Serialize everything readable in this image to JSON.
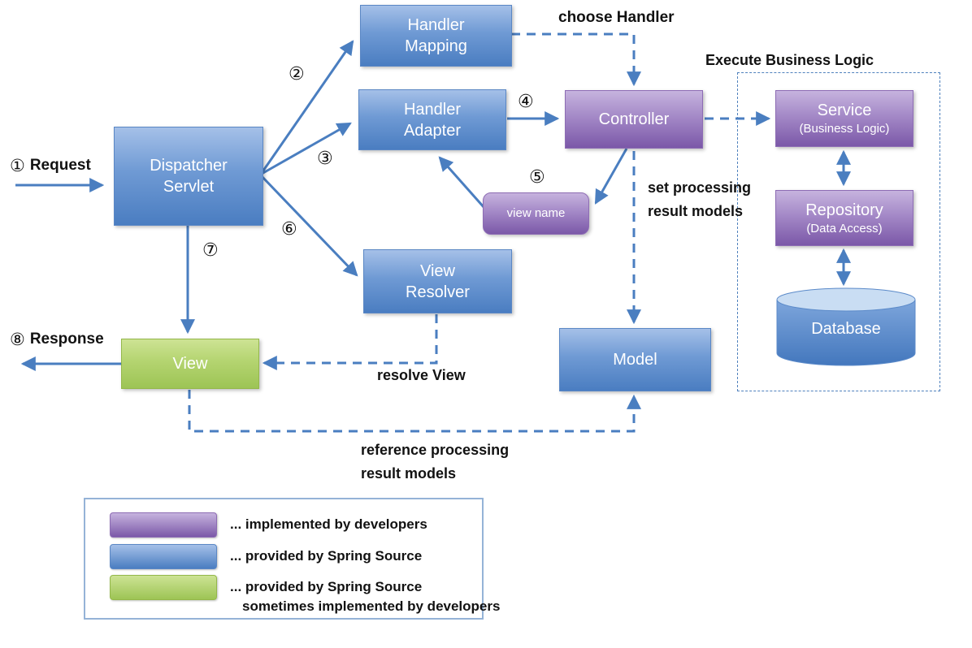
{
  "diagram": {
    "nodes": {
      "dispatcher": {
        "line1": "Dispatcher",
        "line2": "Servlet"
      },
      "handler_mapping": {
        "line1": "Handler",
        "line2": "Mapping"
      },
      "handler_adapter": {
        "line1": "Handler",
        "line2": "Adapter"
      },
      "controller": {
        "label": "Controller"
      },
      "view_name": {
        "label": "view name"
      },
      "view_resolver": {
        "line1": "View",
        "line2": "Resolver"
      },
      "view": {
        "label": "View"
      },
      "model": {
        "label": "Model"
      },
      "service": {
        "title": "Service",
        "subtitle": "(Business Logic)"
      },
      "repository": {
        "title": "Repository",
        "subtitle": "(Data Access)"
      },
      "database": {
        "label": "Database"
      }
    },
    "steps": {
      "s1": "①",
      "s2": "②",
      "s3": "③",
      "s4": "④",
      "s5": "⑤",
      "s6": "⑥",
      "s7": "⑦",
      "s8": "⑧"
    },
    "labels": {
      "request": "Request",
      "response": "Response",
      "choose_handler": "choose Handler",
      "execute_business_logic": "Execute Business Logic",
      "set_processing_line1": "set processing",
      "set_processing_line2": "result models",
      "resolve_view": "resolve View",
      "reference_processing_line1": "reference processing",
      "reference_processing_line2": "result models"
    },
    "legend": {
      "items": [
        {
          "color": "#9b7fc0",
          "text": "... implemented by developers"
        },
        {
          "color": "#6f9ad4",
          "text": "... provided by Spring Source"
        },
        {
          "color": "#b4d470",
          "text": "... provided by Spring Source",
          "text2": "sometimes implemented by developers"
        }
      ]
    },
    "colors": {
      "connector": "#4a7ec0",
      "blue_box_top": "#a5c0e8",
      "blue_box_bottom": "#4a7dc1",
      "purple_box_top": "#c6b3de",
      "purple_box_bottom": "#7b58a8",
      "green_box_top": "#cde394",
      "green_box_bottom": "#9dc455",
      "dashed_border": "#4f81bd",
      "legend_border": "#95b3d7",
      "cylinder_top": "#c9ddf3"
    }
  }
}
